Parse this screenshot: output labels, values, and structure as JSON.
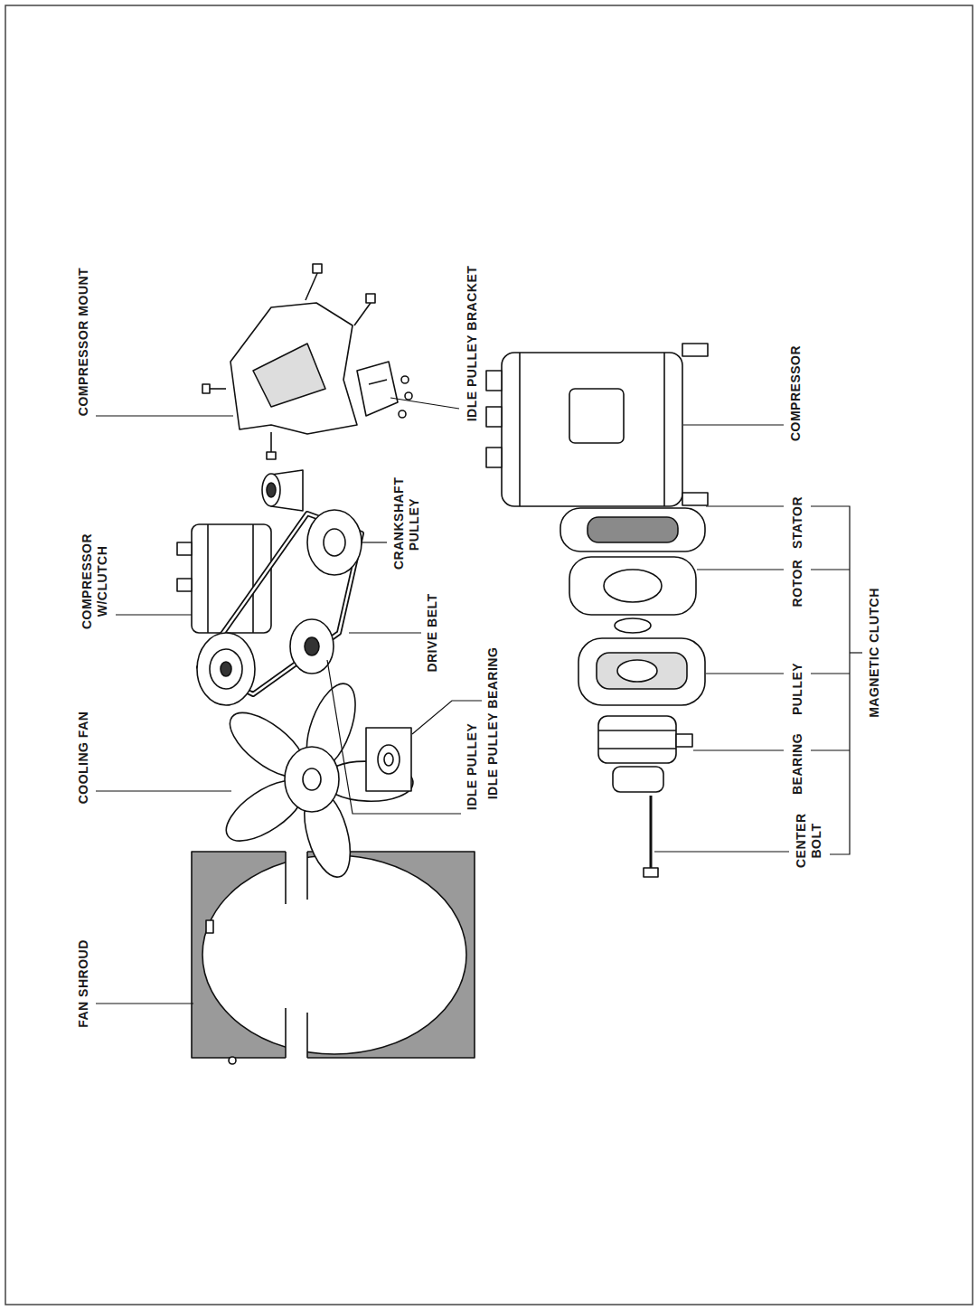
{
  "diagram": {
    "labels": [
      "FAN SHROUD",
      "COOLING FAN",
      "COMPRESSOR W/CLUTCH",
      "COMPRESSOR MOUNT",
      "IDLE PULLEY BRACKET",
      "CRANKSHAFT PULLEY",
      "DRIVE BELT",
      "IDLE PULLEY BEARING",
      "IDLE PULLEY",
      "COMPRESSOR",
      "STATOR",
      "ROTOR",
      "PULLEY",
      "BEARING",
      "CENTER BOLT",
      "MAGNETIC CLUTCH"
    ]
  }
}
